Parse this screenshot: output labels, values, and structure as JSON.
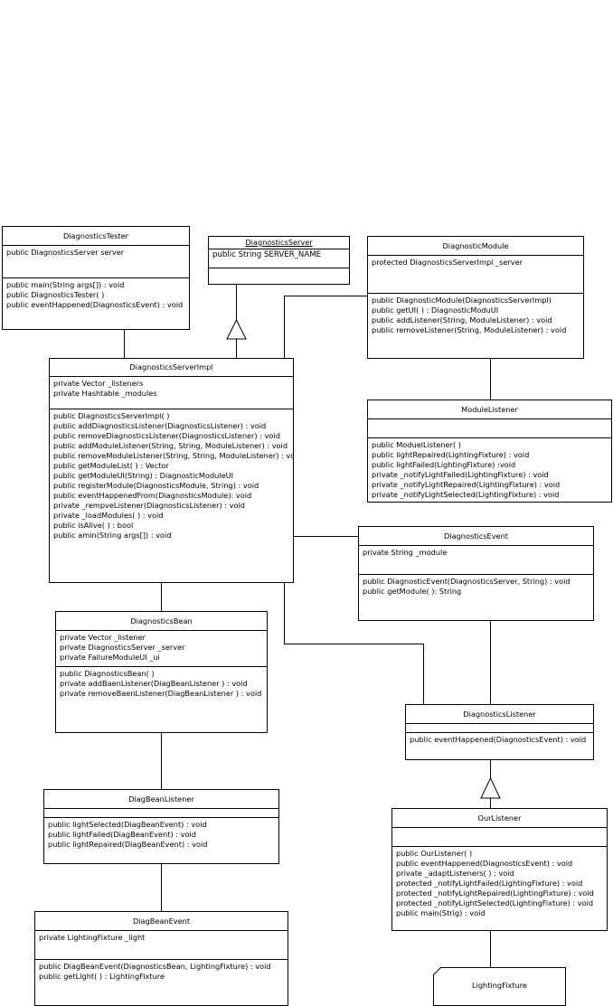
{
  "classes": [
    {
      "id": "diagnostics-tester",
      "name": "DiagnosticsTester",
      "attributes": [
        "public DiagnosticsServer server"
      ],
      "operations": [
        "public  main(String args[]) : void",
        "public DiagnosticsTester( )",
        "public eventHappened(DiagnosticsEvent) : void"
      ]
    },
    {
      "id": "diagnostics-server",
      "name": "DiagnosticsServer",
      "attributes": [
        "public String SERVER_NAME"
      ],
      "operations": []
    },
    {
      "id": "diagnostic-module",
      "name": "DiagnosticModule",
      "attributes": [
        "protected DiagnosticsServerImpl _server"
      ],
      "operations": [
        "public DiagnosticModule(DiagnosticsServerImpl)",
        "public getUI( ) : DiagnosticModuUI",
        "public addListener(String, ModuleListener) : void",
        "public removeListener(String, ModuleListener) : void"
      ]
    },
    {
      "id": "diagnostics-server-impl",
      "name": "DiagnosticsServerImpl",
      "attributes": [
        "private Vector _listeners",
        "private Hashtable _modules"
      ],
      "operations": [
        "public DiagnosticsServerImpl( )",
        "public addDiagnosticsListener(DiagnosticsListener) : void",
        "public removeDiagnosticsListener(DiagnosticsListener) : void",
        "public addModuleListener(String, String, ModuleListener) : void",
        "public removeModuleListener(String, String, ModuleListener) : void",
        "public getModuleList( ) : Vector",
        "public getModuleUI(String) : DiagnosticModuleUI",
        "public registerModule(DiagnosticsModule, String) : void",
        "public eventHappenedFrom(DiagnosticsModule): void",
        "private _rempveListener(DiagnosticsListener) : void",
        "private _loadModules( ) : void",
        "public isAlive( ) : bool",
        "public  amin(String args[]) : void"
      ]
    },
    {
      "id": "module-listener",
      "name": "ModuleListener",
      "attributes": [],
      "operations": [
        "public ModuelListener( )",
        "public lightRepaired(LightingFixture) : void",
        "public lightFailed(LightingFixture) :void",
        "private _notifyLightFailed(LightingFixture) : void",
        "private _notifyLightRepaired(LightingFixture) : void",
        "private _notifyLightSelected(LightingFixture) : void"
      ]
    },
    {
      "id": "diagnostics-event",
      "name": "DiagnosticsEvent",
      "attributes": [
        "private String _module"
      ],
      "operations": [
        "public DiagnosticEvent(DiagnosticsServer, String) : void",
        "public getModule( ): String"
      ]
    },
    {
      "id": "diagnostics-bean",
      "name": "DiagnosticsBean",
      "attributes": [
        "private Vector _listener",
        "private DiagnosticsServer _server",
        "private FailureModuleUI _ui"
      ],
      "operations": [
        "public DiagnosticsBean( )",
        "private addBaenListener(DiagBeanListener ) : void",
        "private removeBaenListener(DiagBeanListener ) : void"
      ]
    },
    {
      "id": "diagnostics-listener",
      "name": "DiagnosticsListener",
      "attributes": [],
      "operations": [
        "public eventHappened(DiagnosticsEvent) : void"
      ]
    },
    {
      "id": "diag-bean-listener",
      "name": "DiagBeanListener",
      "attributes": [],
      "operations": [
        "public lightSelected(DiagBeanEvent) : void",
        "public lightFailed(DiagBeanEvent) : void",
        "public lightRepaired(DiagBeanEvent) : void"
      ]
    },
    {
      "id": "our-listener",
      "name": "OurListener",
      "attributes": [],
      "operations": [
        "public OurListener( )",
        "public eventHappened(DiagnosticsEvent) : void",
        "private _adaptListeners( ) : void",
        "protected _notifyLightFailed(LightingFixture) : void",
        "protected _notifyLightRepaired(LightingFixture) : void",
        "protected _notifyLightSelected(LightingFixture) : void",
        "public main(Strig) : void"
      ]
    },
    {
      "id": "diag-bean-event",
      "name": "DiagBeanEvent",
      "attributes": [
        "private LightingFixture _light"
      ],
      "operations": [
        "public DiagBeanEvent(DiagnosticsBean, LightingFixture) : void",
        "public getLight( ) : LightingFixture"
      ]
    }
  ],
  "notes": [
    {
      "id": "lighting-fixture",
      "name": "LightingFixture"
    }
  ]
}
